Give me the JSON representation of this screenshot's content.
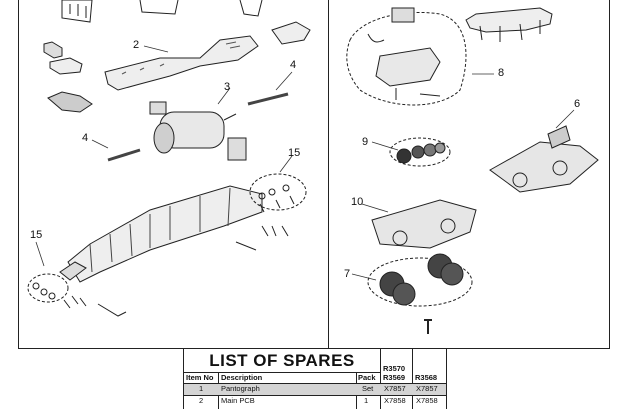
{
  "diagram": {
    "callouts": {
      "c2": "2",
      "c3": "3",
      "c4a": "4",
      "c4b": "4",
      "c15a": "15",
      "c15b": "15",
      "c8": "8",
      "c6": "6",
      "c9": "9",
      "c10": "10",
      "c7": "7"
    }
  },
  "spares": {
    "title": "LIST OF SPARES",
    "codes": {
      "col1_top": "R3570",
      "col1_bottom": "R3569",
      "col2": "R3568"
    },
    "headers": {
      "item": "Item No",
      "description": "Description",
      "pack": "Pack"
    },
    "rows": [
      {
        "item": "1",
        "description": "Pantograph",
        "pack": "Set",
        "r3570": "X7857",
        "r3568": "X7857"
      },
      {
        "item": "2",
        "description": "Main PCB",
        "pack": "1",
        "r3570": "X7858",
        "r3568": "X7858"
      }
    ]
  }
}
